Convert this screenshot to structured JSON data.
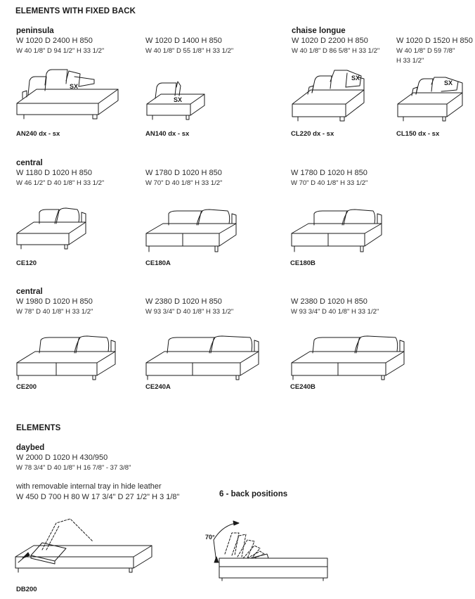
{
  "sections": {
    "fixed_back": "ELEMENTS WITH FIXED BACK",
    "elements": "ELEMENTS"
  },
  "peninsula": {
    "name": "peninsula",
    "a": {
      "mm": "W 1020 D 2400 H 850",
      "in": "W 40 1/8\" D 94 1/2\" H 33 1/2\"",
      "code": "AN240 dx - sx",
      "tag": "SX"
    },
    "b": {
      "mm": "W 1020 D 1400 H 850",
      "in": "W 40 1/8\" D 55 1/8\" H 33 1/2\"",
      "code": "AN140 dx - sx",
      "tag": "SX"
    }
  },
  "chaise": {
    "name": "chaise longue",
    "a": {
      "mm": "W 1020 D 2200 H 850",
      "in": "W 40 1/8\" D 86 5/8\" H 33 1/2\"",
      "code": "CL220 dx - sx",
      "tag": "SX"
    },
    "b": {
      "mm": "W 1020 D 1520 H 850",
      "in1": "W 40 1/8\" D 59 7/8\"",
      "in2": "H 33 1/2\"",
      "code": "CL150 dx - sx",
      "tag": "SX"
    }
  },
  "central1": {
    "name": "central",
    "a": {
      "mm": "W 1180 D 1020 H 850",
      "in": "W 46 1/2\" D 40 1/8\" H 33 1/2\"",
      "code": "CE120"
    },
    "b": {
      "mm": "W 1780 D 1020 H 850",
      "in": "W 70\" D 40 1/8\" H 33 1/2\"",
      "code": "CE180A"
    },
    "c": {
      "mm": "W 1780 D 1020 H 850",
      "in": "W 70\" D 40 1/8\" H 33 1/2\"",
      "code": "CE180B"
    }
  },
  "central2": {
    "name": "central",
    "a": {
      "mm": "W 1980 D 1020 H 850",
      "in": "W 78\" D 40 1/8\" H 33 1/2\"",
      "code": "CE200"
    },
    "b": {
      "mm": "W 2380 D 1020 H 850",
      "in": "W 93 3/4\" D 40 1/8\" H 33 1/2\"",
      "code": "CE240A"
    },
    "c": {
      "mm": "W 2380 D 1020 H 850",
      "in": "W 93 3/4\" D 40 1/8\" H 33 1/2\"",
      "code": "CE240B"
    }
  },
  "daybed": {
    "name": "daybed",
    "mm": "W 2000 D 1020 H 430/950",
    "in": "W 78 3/4\" D 40 1/8\" H 16 7/8\" - 37 3/8\"",
    "tray_note": "with removable internal tray in hide leather",
    "tray_dims": "W 450 D 700 H 80 W 17 3/4\" D 27 1/2\" H 3 1/8\"",
    "code": "DB200",
    "back_positions": "6 - back positions",
    "angle": "70°"
  }
}
